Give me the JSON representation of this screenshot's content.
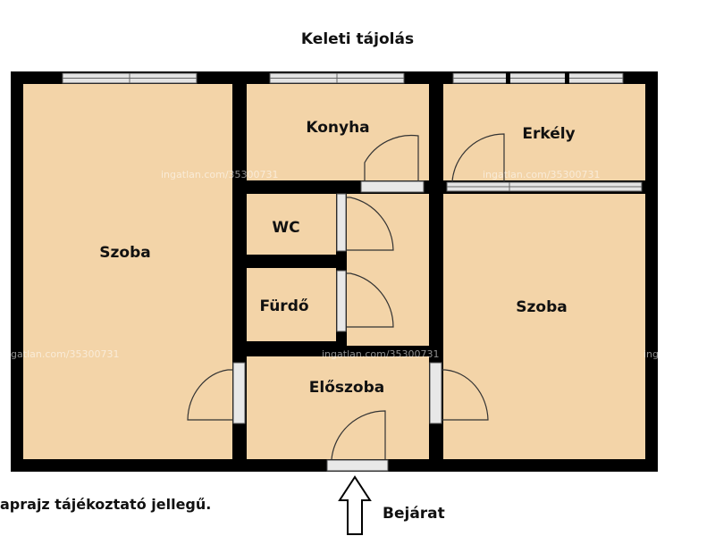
{
  "orientation_title": "Keleti tájolás",
  "entrance_label": "Bejárat",
  "disclaimer": "aprajz tájékoztató jellegű.",
  "watermark": "ingatlan.com/35300731",
  "rooms": {
    "szoba_left": "Szoba",
    "konyha": "Konyha",
    "erkely": "Erkély",
    "wc": "WC",
    "furdo": "Fürdő",
    "szoba_right": "Szoba",
    "eloszoba": "Előszoba"
  },
  "colors": {
    "floor": "#f3d4a8",
    "wall": "#000000",
    "window": "#e4e4e4"
  }
}
